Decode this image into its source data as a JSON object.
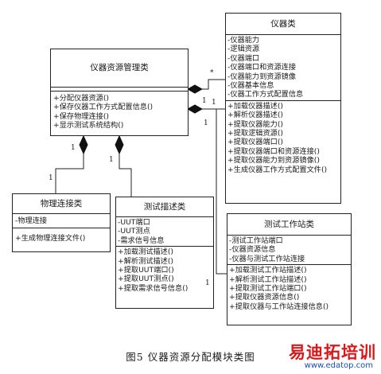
{
  "classes": {
    "manager": {
      "name": "仪器资源管理类",
      "attributes": [],
      "methods": [
        "+分配仪器资源()",
        "+保存仪器工作方式配置信息()",
        "+保存物理连接()",
        "+显示测试系统结构()"
      ]
    },
    "instrument": {
      "name": "仪器类",
      "attributes": [
        "-仪器能力",
        "-逻辑资源",
        "-仪器端口",
        "-仪器端口和资源连接",
        "-仪器能力到资源镜像",
        "-仪器基本信息",
        "-仪器工作方式配置信息"
      ],
      "methods": [
        "+加载仪器描述()",
        "+解析仪器描述()",
        "+提取仪器能力()",
        "+提取逻辑资源()",
        "+提取仪器端口()",
        "+提取仪器端口和资源连接()",
        "+提取仪器能力到资源镜像()",
        "+生成仪器工作方式配置文件()"
      ]
    },
    "physical": {
      "name": "物理连接类",
      "attributes": [
        "-物理连接"
      ],
      "methods": [
        "+生成物理连接文件()"
      ]
    },
    "testdesc": {
      "name": "测试描述类",
      "attributes": [
        "-UUT端口",
        "-UUT测点",
        "-需求信号信息"
      ],
      "methods": [
        "+加载测试描述()",
        "+解析测试描述()",
        "+提取UUT端口()",
        "+提取UUT测点()",
        "+提取需求信号信息()"
      ]
    },
    "station": {
      "name": "测试工作站类",
      "attributes": [
        "-测试工作站端口",
        "-仪器资源信息",
        "-仪器与测试工作站连接"
      ],
      "methods": [
        "+加载测试工作站描述()",
        "+解析测试工作站描述()",
        "+提取测试工作站端口()",
        "+提取仪器资源信息()",
        "+提取仪器与工作站连接信息()"
      ]
    }
  },
  "multiplicities": {
    "manager_instrument_star": "*",
    "manager_instrument_one": "1",
    "station_link_one_a": "1",
    "station_link_one_b": "1",
    "manager_physical_one_top": "1",
    "manager_physical_one_bottom": "1",
    "manager_testdesc_one_top": "1",
    "testdesc_station_one": "1"
  },
  "caption": "图5  仪器资源分配模块类图",
  "watermark": {
    "brand": "易迪拓培训",
    "url": "www.edatop.com"
  },
  "colors": {
    "line": "#222222",
    "watermark_brand": "#d7191c",
    "watermark_url": "#1a4da8"
  }
}
